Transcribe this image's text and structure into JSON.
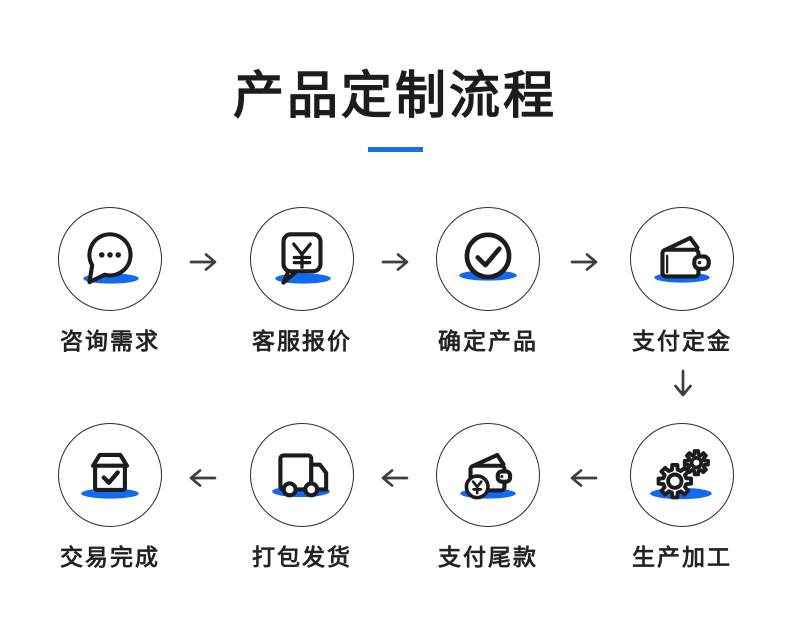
{
  "page": {
    "background": "#ffffff"
  },
  "header": {
    "title": "产品定制流程",
    "underline_color": "#1b6fe0"
  },
  "colors": {
    "accent_blue": "#1269f2",
    "ink": "#1c1c1c",
    "arrow_gray": "#3e3e3e",
    "circle_border": "#2e2e2e"
  },
  "flow": {
    "direction_row1": "left-to-right",
    "direction_row2": "right-to-left",
    "connector_row1": "right-arrow",
    "connector_between_rows": "down-arrow",
    "connector_row2": "left-arrow"
  },
  "steps": [
    {
      "label": "咨询需求",
      "icon": "chat-bubble-icon"
    },
    {
      "label": "客服报价",
      "icon": "quote-bubble-yen-icon"
    },
    {
      "label": "确定产品",
      "icon": "check-circle-icon"
    },
    {
      "label": "支付定金",
      "icon": "wallet-icon"
    },
    {
      "label": "生产加工",
      "icon": "gears-icon"
    },
    {
      "label": "支付尾款",
      "icon": "wallet-yen-icon"
    },
    {
      "label": "打包发货",
      "icon": "truck-icon"
    },
    {
      "label": "交易完成",
      "icon": "package-check-icon"
    }
  ]
}
